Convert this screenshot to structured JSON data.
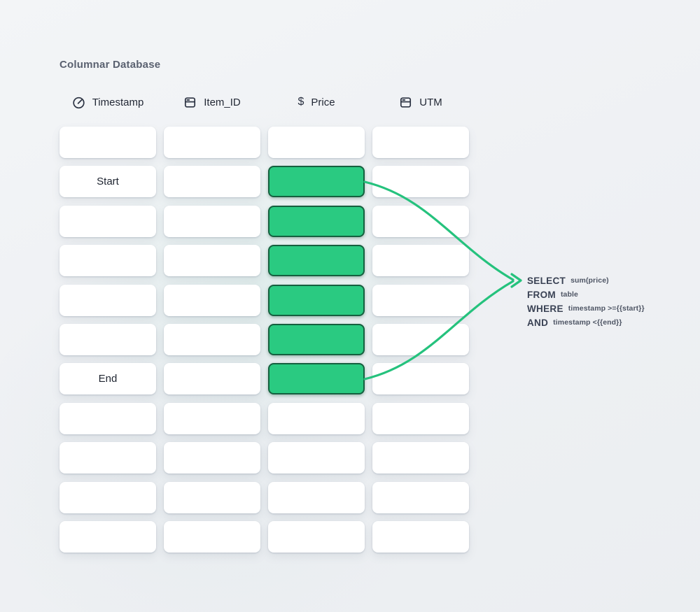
{
  "title": "Columnar Database",
  "columns": [
    {
      "label": "Timestamp",
      "icon": "gauge-icon"
    },
    {
      "label": "Item_ID",
      "icon": "database-icon"
    },
    {
      "label": "Price",
      "icon": "dollar-icon",
      "dollar_glyph": "$"
    },
    {
      "label": "UTM",
      "icon": "database-icon"
    }
  ],
  "grid": {
    "rows": 11,
    "cols": 4,
    "labels": [
      {
        "row": 2,
        "col": 1,
        "text": "Start"
      },
      {
        "row": 7,
        "col": 1,
        "text": "End"
      }
    ],
    "highlight": {
      "col": 3,
      "from_row": 2,
      "to_row": 7
    }
  },
  "query": {
    "lines": [
      {
        "keyword": "SELECT",
        "rest": "sum(price)"
      },
      {
        "keyword": "FROM",
        "rest": "table"
      },
      {
        "keyword": "WHERE",
        "rest": "timestamp >={{start}}"
      },
      {
        "keyword": "AND",
        "rest": "timestamp <{{end}}"
      }
    ]
  },
  "colors": {
    "highlight_fill": "#2aca81",
    "highlight_border": "#15603f",
    "arrow": "#25c27d",
    "title_text": "#5a6170",
    "header_text": "#232936",
    "keyword_text": "#3a4254",
    "background": "#f0f2f5",
    "cell_background": "#ffffff"
  }
}
